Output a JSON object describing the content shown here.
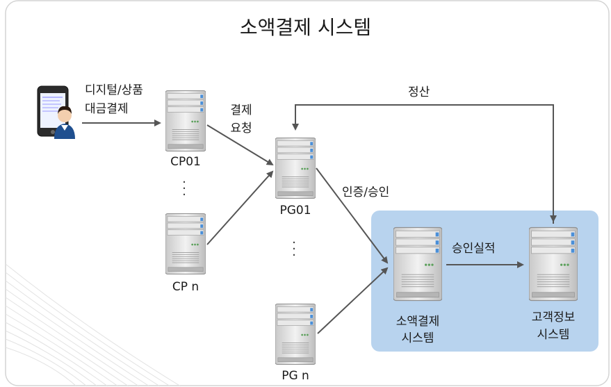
{
  "title": "소액결제 시스템",
  "user": {
    "label_line1": "디지털/상품",
    "label_line2": "대금결제"
  },
  "nodes": {
    "cp01": "CP01",
    "cpn": "CP n",
    "pg01": "PG01",
    "pgn": "PG n",
    "micropay_line1": "소액결제",
    "micropay_line2": "시스템",
    "customer_line1": "고객정보",
    "customer_line2": "시스템"
  },
  "edges": {
    "payment_request_line1": "결제",
    "payment_request_line2": "요청",
    "auth_approval": "인증/승인",
    "settlement": "정산",
    "approval_result": "승인실적"
  },
  "colors": {
    "highlight_box": "#b8d3ee",
    "arrow": "#555555",
    "frame": "#d0d0d0"
  }
}
